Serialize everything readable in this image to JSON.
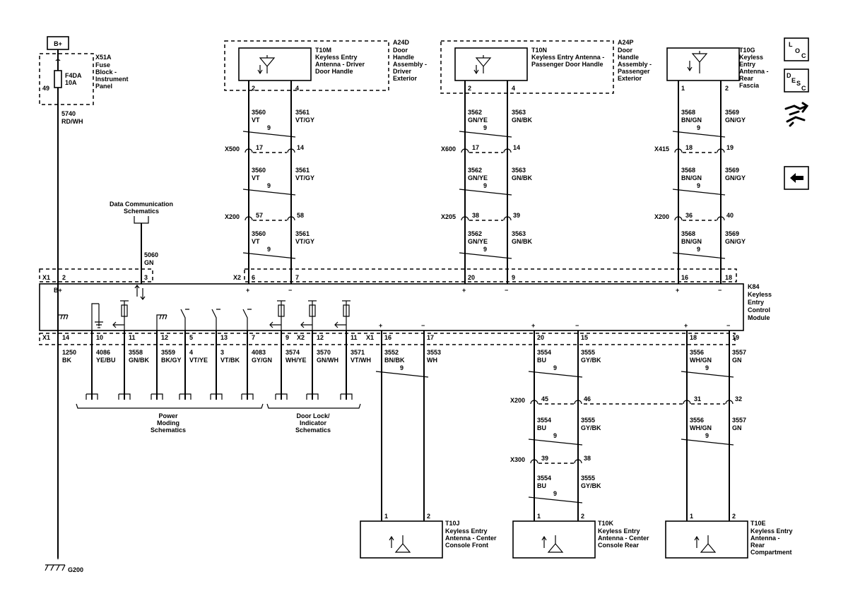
{
  "bplus": "B+",
  "plus": "+",
  "minus": "−",
  "fuse": {
    "id": "X51A",
    "name": [
      "Fuse",
      "Block -",
      "Instrument",
      "Panel"
    ],
    "fuse": [
      "F4DA",
      "10A"
    ],
    "pin": "49",
    "circuit": "5740",
    "color": "RD/WH"
  },
  "ground": "G200",
  "data_comm": {
    "label": [
      "Data Communication",
      "Schematics"
    ],
    "circuit": "5060",
    "color": "GN"
  },
  "door_modules": [
    {
      "ref": "A24D",
      "desc": [
        "Door",
        "Handle",
        "Assembly -",
        "Driver",
        "Exterior"
      ],
      "ant": "T10M",
      "ant_desc": [
        "Keyless Entry",
        "Antenna - Driver",
        "Door Handle"
      ]
    },
    {
      "ref": "A24P",
      "desc": [
        "Door",
        "Handle",
        "Assembly -",
        "Passenger",
        "Exterior"
      ],
      "ant": "T10N",
      "ant_desc": [
        "Keyless Entry Antenna -",
        "Passenger Door Handle"
      ]
    }
  ],
  "rear_antenna": {
    "ref": "T10G",
    "desc": [
      "Keyless",
      "Entry",
      "Antenna -",
      "Rear",
      "Fascia"
    ]
  },
  "top_groups": [
    {
      "pins": [
        "2",
        "4"
      ],
      "segments": [
        {
          "c": [
            "3560",
            "VT",
            "3561",
            "VT/GY"
          ]
        },
        {
          "conn": "X500",
          "p": [
            "17",
            "14"
          ],
          "c": [
            "3560",
            "VT",
            "3561",
            "VT/GY"
          ]
        },
        {
          "conn": "X200",
          "p": [
            "57",
            "58"
          ],
          "c": [
            "3560",
            "VT",
            "3561",
            "VT/GY"
          ]
        }
      ],
      "twist": "9",
      "bottom_conn": "X2",
      "bottom_pins": [
        "6",
        "7"
      ]
    },
    {
      "pins": [
        "2",
        "4"
      ],
      "segments": [
        {
          "c": [
            "3562",
            "GN/YE",
            "3563",
            "GN/BK"
          ]
        },
        {
          "conn": "X600",
          "p": [
            "17",
            "14"
          ],
          "c": [
            "3562",
            "GN/YE",
            "3563",
            "GN/BK"
          ]
        },
        {
          "conn": "X205",
          "p": [
            "38",
            "39"
          ],
          "c": [
            "3562",
            "GN/YE",
            "3563",
            "GN/BK"
          ]
        }
      ],
      "twist": "9",
      "bottom_conn": "",
      "bottom_pins": [
        "20",
        "9"
      ]
    },
    {
      "pins": [
        "1",
        "2"
      ],
      "segments": [
        {
          "c": [
            "3568",
            "BN/GN",
            "3569",
            "GN/GY"
          ]
        },
        {
          "conn": "X415",
          "p": [
            "18",
            "19"
          ],
          "c": [
            "3568",
            "BN/GN",
            "3569",
            "GN/GY"
          ]
        },
        {
          "conn": "X200",
          "p": [
            "36",
            "40"
          ],
          "c": [
            "3568",
            "BN/GN",
            "3569",
            "GN/GY"
          ]
        }
      ],
      "twist": "9",
      "bottom_conn": "",
      "bottom_pins": [
        "16",
        "18"
      ]
    }
  ],
  "module": {
    "ref": "K84",
    "desc": [
      "Keyless",
      "Entry",
      "Control",
      "Module"
    ],
    "x1": "X1",
    "x1_pins": [
      "2",
      "3"
    ]
  },
  "bottom_left": [
    {
      "pin": "14",
      "c": "1250",
      "col": "BK"
    },
    {
      "pin": "10",
      "c": "4086",
      "col": "YE/BU"
    },
    {
      "pin": "11",
      "c": "3558",
      "col": "GN/BK"
    },
    {
      "pin": "12",
      "c": "3559",
      "col": "BK/GY"
    },
    {
      "pin": "5",
      "c": "4",
      "col": "VT/YE"
    },
    {
      "pin": "13",
      "c": "3",
      "col": "VT/BK"
    },
    {
      "pin": "7",
      "c": "4083",
      "col": "GY/GN"
    },
    {
      "pin": "9",
      "c": "3574",
      "col": "WH/YE"
    },
    {
      "pin": "12",
      "c": "3570",
      "col": "GN/WH"
    },
    {
      "pin": "11",
      "c": "3571",
      "col": "VT/WH"
    }
  ],
  "x1_label": "X1",
  "x2_label": "X2",
  "power_moding": [
    "Power",
    "Moding",
    "Schematics"
  ],
  "door_lock": [
    "Door Lock/",
    "Indicator",
    "Schematics"
  ],
  "bottom_groups": [
    {
      "pins": [
        "16",
        "17"
      ],
      "c": [
        "3552",
        "BN/BK",
        "3553",
        "WH"
      ],
      "twist": "9",
      "ant": "T10J",
      "ant_desc": [
        "Keyless Entry",
        "Antenna - Center",
        "Console Front"
      ],
      "ant_pins": [
        "1",
        "2"
      ]
    },
    {
      "pins": [
        "20",
        "15"
      ],
      "c": [
        "3554",
        "BU",
        "3555",
        "GY/BK"
      ],
      "twist": "9",
      "x200": [
        "45",
        "46"
      ],
      "x300": [
        "39",
        "38"
      ],
      "ant": "T10K",
      "ant_desc": [
        "Keyless Entry",
        "Antenna - Center",
        "Console Rear"
      ],
      "ant_pins": [
        "1",
        "2"
      ]
    },
    {
      "pins": [
        "18",
        "19"
      ],
      "c": [
        "3556",
        "WH/GN",
        "3557",
        "GN"
      ],
      "twist": "9",
      "x200": [
        "31",
        "32"
      ],
      "ant": "T10E",
      "ant_desc": [
        "Keyless Entry",
        "Antenna -",
        "Rear",
        "Compartment"
      ],
      "ant_pins": [
        "1",
        "2"
      ]
    }
  ],
  "conn_x200": "X200",
  "conn_x300": "X300",
  "nav_icons": [
    "LOC",
    "DESC"
  ],
  "nav_loc": [
    "L",
    "O",
    "C"
  ],
  "nav_desc": [
    "D",
    "E",
    "S",
    "C"
  ]
}
